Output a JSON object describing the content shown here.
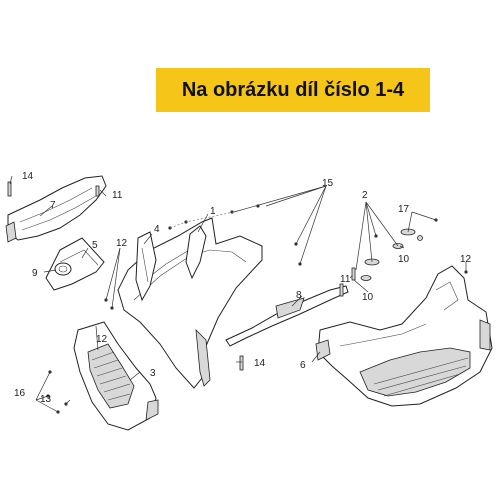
{
  "banner": {
    "text": "Na obrázku díl číslo 1-4",
    "color": "#f5c518"
  },
  "labels": {
    "l1": "1",
    "l2": "2",
    "l3": "3",
    "l4": "4",
    "l5": "5",
    "l6": "6",
    "l7": "7",
    "l8": "8",
    "l9": "9",
    "l10a": "10",
    "l10b": "10",
    "l11a": "11",
    "l11b": "11",
    "l12a": "12",
    "l12b": "12",
    "l12c": "12",
    "l13": "13",
    "l14a": "14",
    "l14b": "14",
    "l15": "15",
    "l16": "16",
    "l17": "17"
  }
}
